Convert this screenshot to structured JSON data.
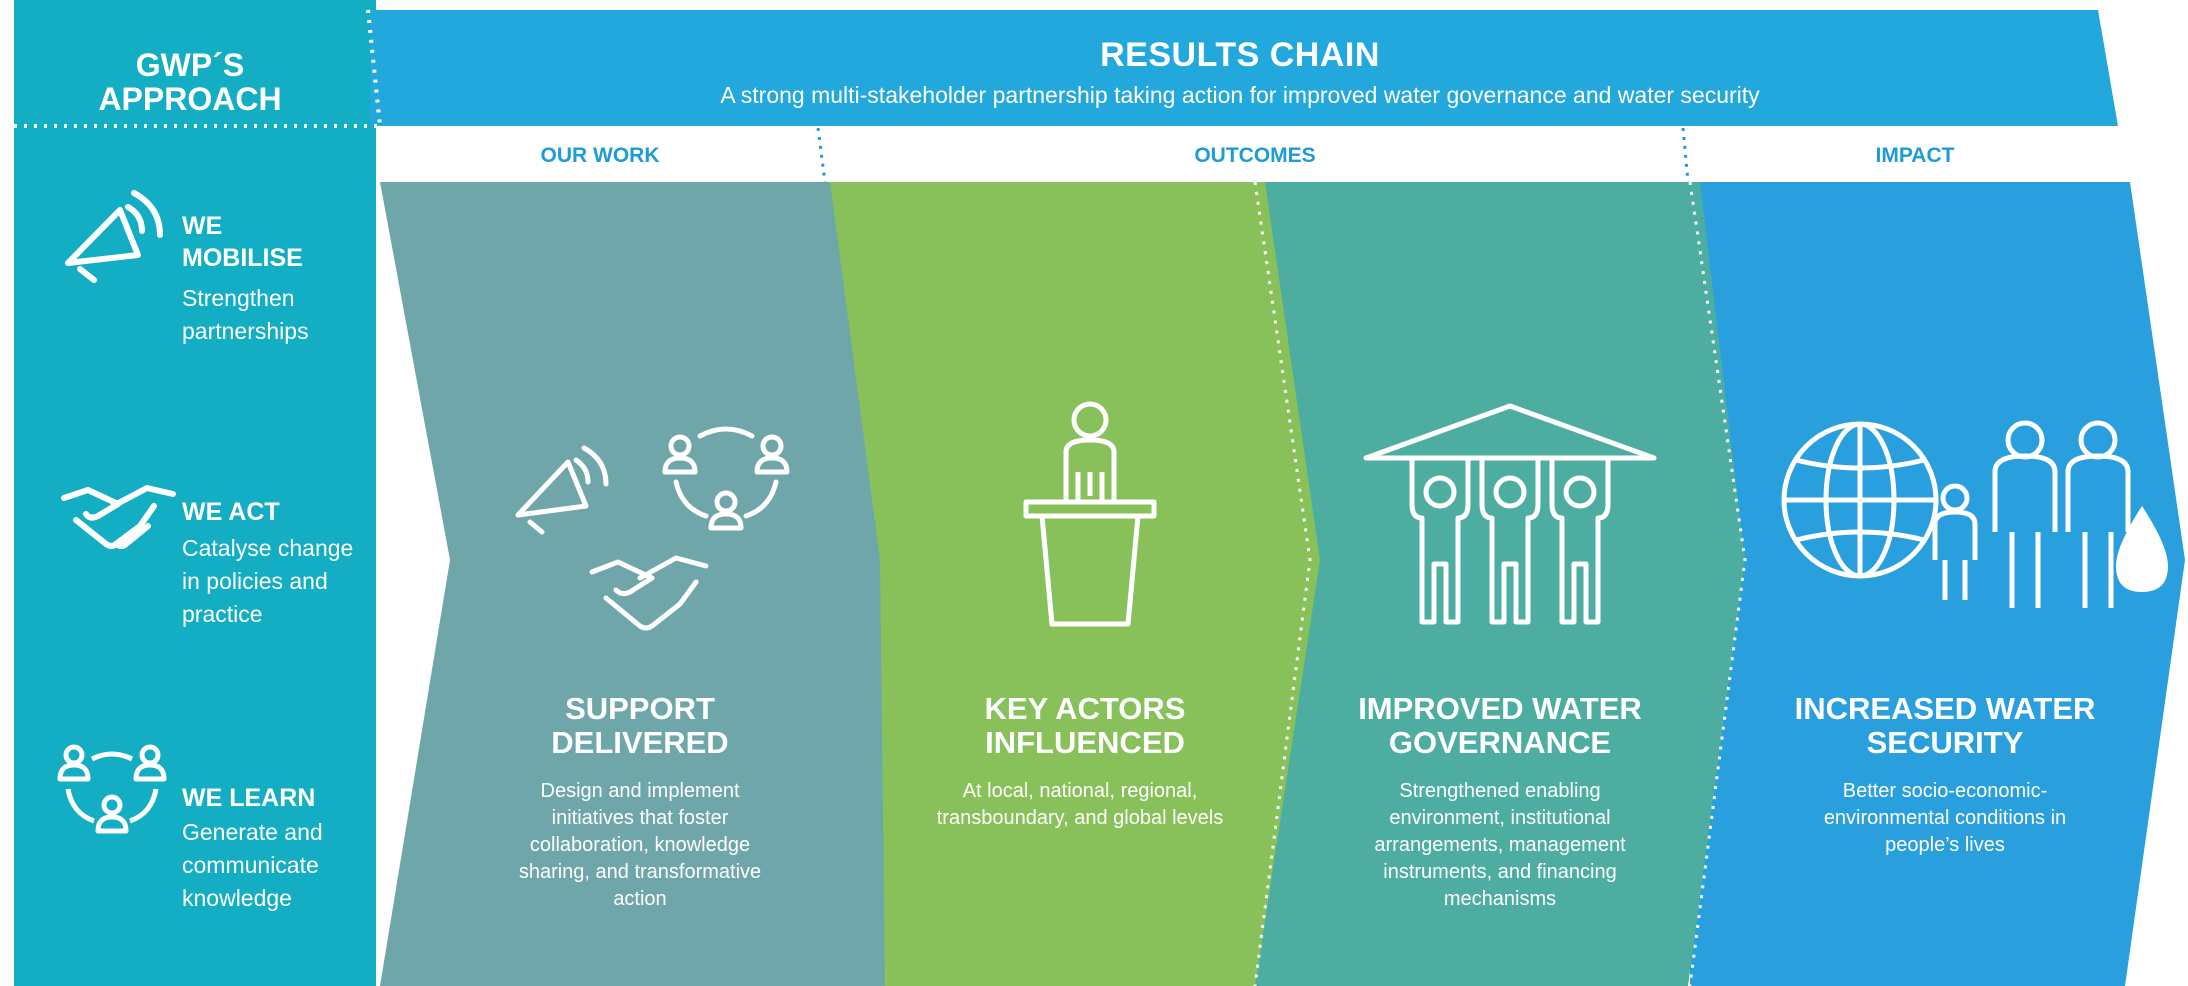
{
  "colors": {
    "header_blue": "#22a8dc",
    "approach_teal": "#13adc4",
    "our_work_gray": "#6fa6aa",
    "actors_green": "#88c05a",
    "governance_teal": "#4eada1",
    "impact_blue": "#2a9fdd",
    "label_blue": "#1f9bd6"
  },
  "approach": {
    "title": "GWP´S\nAPPROACH",
    "items": [
      {
        "title": "WE\nMOBILISE",
        "desc": "Strengthen\npartnerships",
        "icon": "megaphone-icon"
      },
      {
        "title": "WE ACT",
        "desc": "Catalyse change\nin policies and\npractice",
        "icon": "handshake-icon"
      },
      {
        "title": "WE LEARN",
        "desc": "Generate and\ncommunicate\nknowledge",
        "icon": "people-network-icon"
      }
    ]
  },
  "header": {
    "title": "RESULTS CHAIN",
    "subtitle": "A strong multi-stakeholder partnership taking action for improved water governance and water security"
  },
  "sections": {
    "our_work": "OUR WORK",
    "outcomes": "OUTCOMES",
    "impact": "IMPACT"
  },
  "columns": [
    {
      "title": "SUPPORT\nDELIVERED",
      "desc": "Design and implement\ninitiatives that foster\ncollaboration, knowledge\nsharing, and transformative\naction",
      "icon": "support-icons"
    },
    {
      "title": "KEY ACTORS\nINFLUENCED",
      "desc": "At local, national, regional,\ntransboundary, and global levels",
      "icon": "speaker-podium-icon"
    },
    {
      "title": "IMPROVED WATER\nGOVERNANCE",
      "desc": "Strengthened enabling\nenvironment, institutional\narrangements, management\ninstruments, and financing\nmechanisms",
      "icon": "governance-pillars-icon"
    },
    {
      "title": "INCREASED WATER\nSECURITY",
      "desc": "Better socio-economic-\nenvironmental conditions in\npeople’s lives",
      "icon": "globe-family-water-icon"
    }
  ]
}
